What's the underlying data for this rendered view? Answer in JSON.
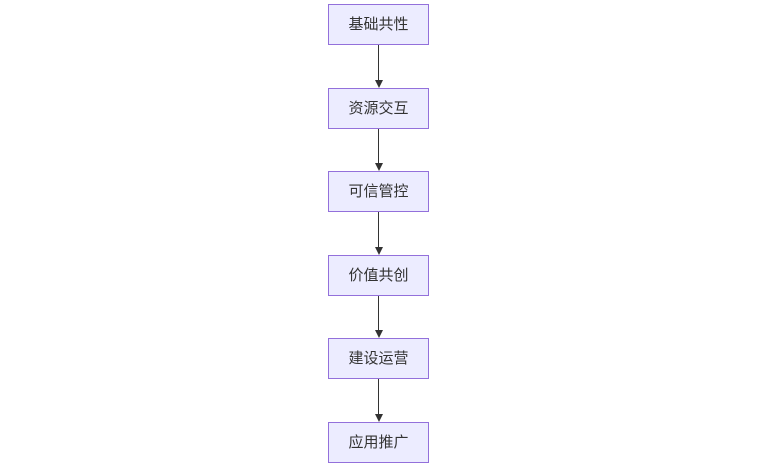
{
  "colors": {
    "canvas_bg": "#ffffff",
    "node_fill": "#ECECFF",
    "node_border": "#9370DB",
    "node_text": "#333333",
    "arrow_color": "#333333"
  },
  "flowchart": {
    "type": "flowchart",
    "direction": "top-down",
    "nodes": [
      {
        "label": "基础共性"
      },
      {
        "label": "资源交互"
      },
      {
        "label": "可信管控"
      },
      {
        "label": "价值共创"
      },
      {
        "label": "建设运营"
      },
      {
        "label": "应用推广"
      }
    ],
    "edges": [
      {
        "from": "基础共性",
        "to": "资源交互"
      },
      {
        "from": "资源交互",
        "to": "可信管控"
      },
      {
        "from": "可信管控",
        "to": "价值共创"
      },
      {
        "from": "价值共创",
        "to": "建设运营"
      },
      {
        "from": "建设运营",
        "to": "应用推广"
      }
    ]
  }
}
